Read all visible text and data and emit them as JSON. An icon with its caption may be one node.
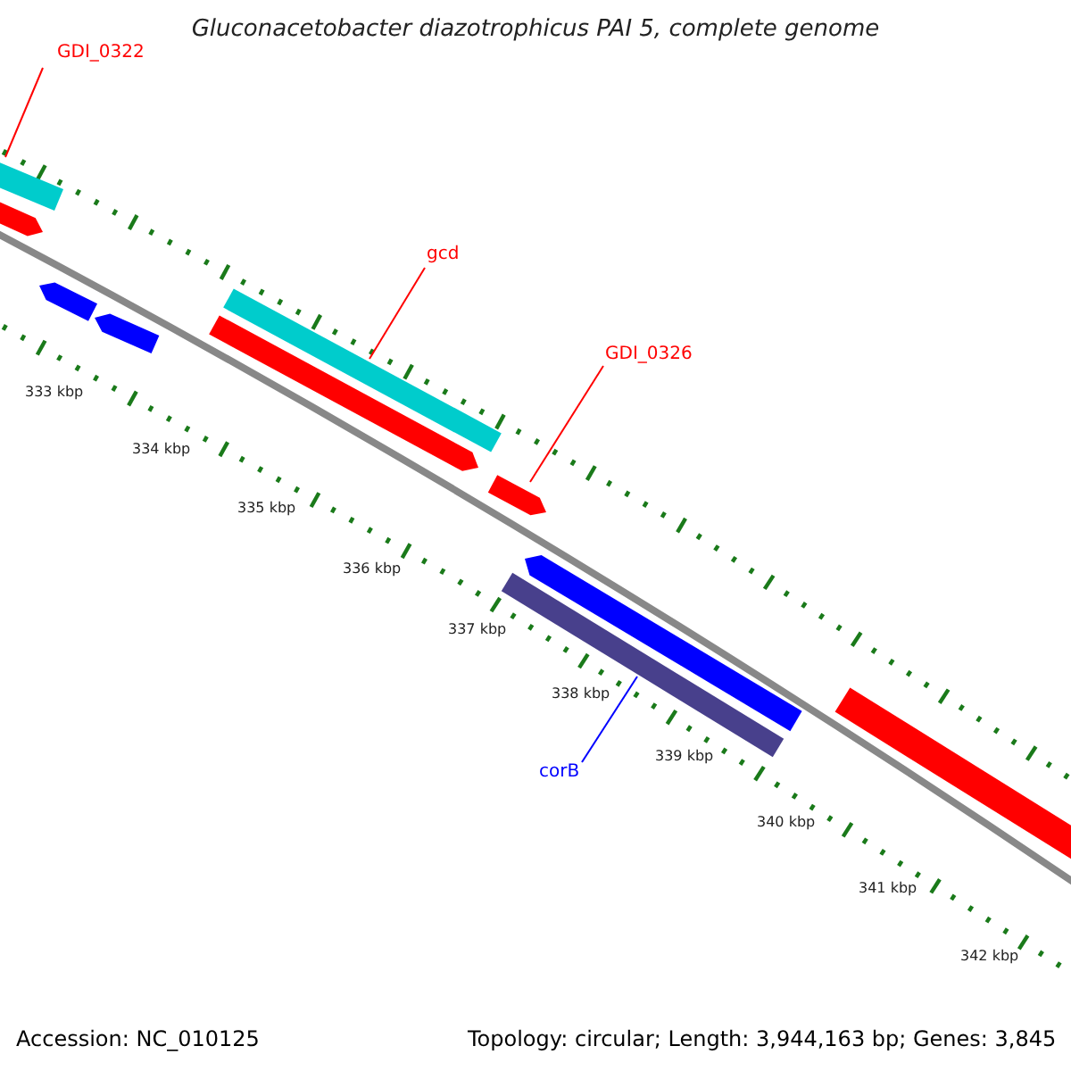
{
  "diagram": {
    "title": "Gluconacetobacter diazotrophicus PAI 5, complete genome",
    "nodes": [
      {
        "text": [
          "GDI_0322"
        ]
      },
      {
        "text": [
          "gcd"
        ]
      },
      {
        "text": [
          "GDI_0326"
        ]
      },
      {
        "text": [
          "corB"
        ]
      },
      {
        "text": [],
        "shape": "bar"
      },
      {
        "text": [],
        "shape": "bar"
      },
      {
        "text": [],
        "shape": "bar"
      },
      {
        "text": [],
        "shape": "bar"
      },
      {
        "text": [],
        "shape": "bar"
      },
      {
        "text": [],
        "shape": "bar"
      },
      {
        "text": [],
        "shape": "bar"
      },
      {
        "text": [],
        "shape": "bar"
      },
      {
        "text": [],
        "shape": "bar"
      },
      {
        "text": [],
        "shape": "bar"
      }
    ],
    "edges": [
      {
        "from": 0,
        "to": 4,
        "arrow": "none"
      },
      {
        "from": 1,
        "to": 5,
        "arrow": "none"
      },
      {
        "from": 2,
        "to": 6,
        "arrow": "none"
      },
      {
        "from": 3,
        "to": 7,
        "arrow": "none",
        "color": "#0000ff"
      }
    ],
    "labels": [
      "333 kbp",
      "334 kbp",
      "335 kbp",
      "336 kbp",
      "337 kbp",
      "338 kbp",
      "339 kbp",
      "340 kbp",
      "341 kbp",
      "342 kbp",
      "Accession: NC_010125",
      "Topology: circular; Length: 3,944,163 bp; Genes: 3,845"
    ]
  }
}
